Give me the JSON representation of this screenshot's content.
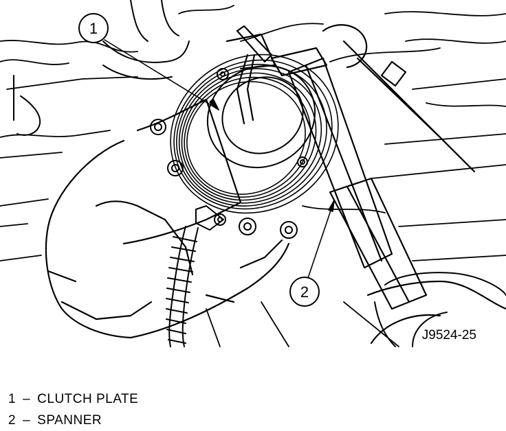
{
  "callouts": [
    {
      "number": "1",
      "label": "CLUTCH PLATE"
    },
    {
      "number": "2",
      "label": "SPANNER"
    }
  ],
  "figure_id": "J9524-25",
  "legend_separator": "–"
}
